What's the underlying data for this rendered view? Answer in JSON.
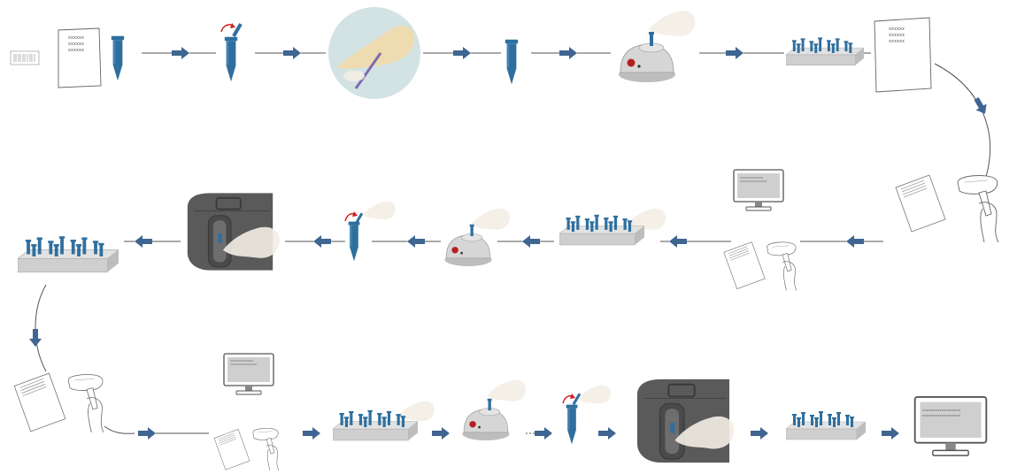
{
  "colors": {
    "tube": "#2f6f9e",
    "tube_dark": "#1f5a86",
    "arrow": "#3f6591",
    "cap_arrow": "#d01f1f",
    "line": "#555555",
    "instrument": "#5a5a5a",
    "glove": "#f3ede4",
    "rack": "#cfcfcf",
    "circle_bg": "#d3e3e4"
  },
  "icons": [
    "barcode-label-icon",
    "sample-form-icon",
    "tube-icon",
    "open-cap-icon",
    "pipetting-circle-icon",
    "vortex-mixer-icon",
    "tube-rack-icon",
    "barcode-scanner-icon",
    "computer-monitor-icon",
    "centrifuge-icon"
  ],
  "form_text": {
    "line1": "xxxxxx",
    "line2": "xxxxxx",
    "line3": "xxxxxx"
  },
  "screen_text": {
    "final_line1": "xxxxxxxxxxxxxxxxxx",
    "final_line2": "xxxxxxxxxxxxxxxxxx"
  }
}
